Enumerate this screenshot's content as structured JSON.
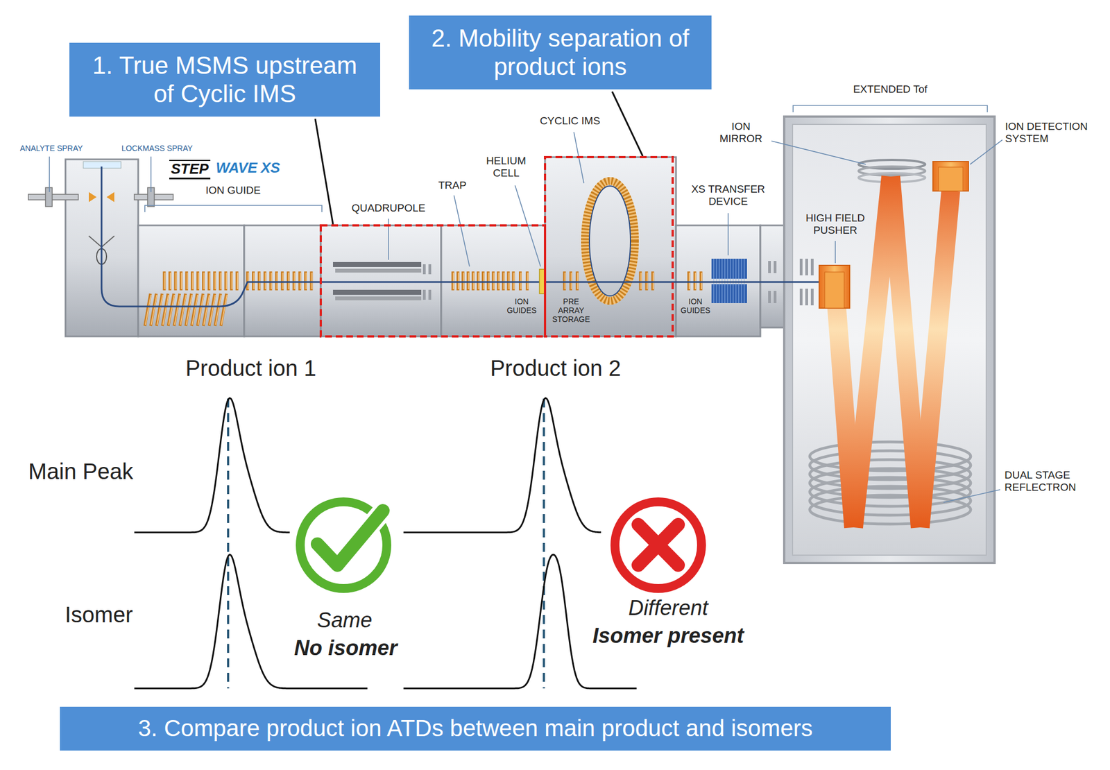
{
  "diagram": {
    "nodes": [
      {
        "text": [
          "1. True MSMS upstream of Cyclic IMS"
        ]
      },
      {
        "text": [
          "2. Mobility separation of product ions"
        ]
      },
      {
        "text": [
          "3. Compare product ion ATDs between main product and isomers"
        ]
      }
    ],
    "labels": [
      "ANALYTE SPRAY",
      "LOCKMASS SPRAY",
      "STEP",
      "WAVE",
      "XS",
      "ION GUIDE",
      "QUADRUPOLE",
      "TRAP",
      "HELIUM CELL",
      "CYCLIC IMS",
      "ION MIRROR",
      "ION DETECTION SYSTEM",
      "EXTENDED Tof",
      "XS TRANSFER DEVICE",
      "HIGH FIELD PUSHER",
      "ION GUIDES",
      "PRE ARRAY STORAGE",
      "ION GUIDES",
      "DUAL STAGE REFLECTRON",
      "Product ion 1",
      "Product ion 2",
      "Main Peak",
      "Isomer",
      "Same",
      "No isomer",
      "Different",
      "Isomer present"
    ]
  }
}
